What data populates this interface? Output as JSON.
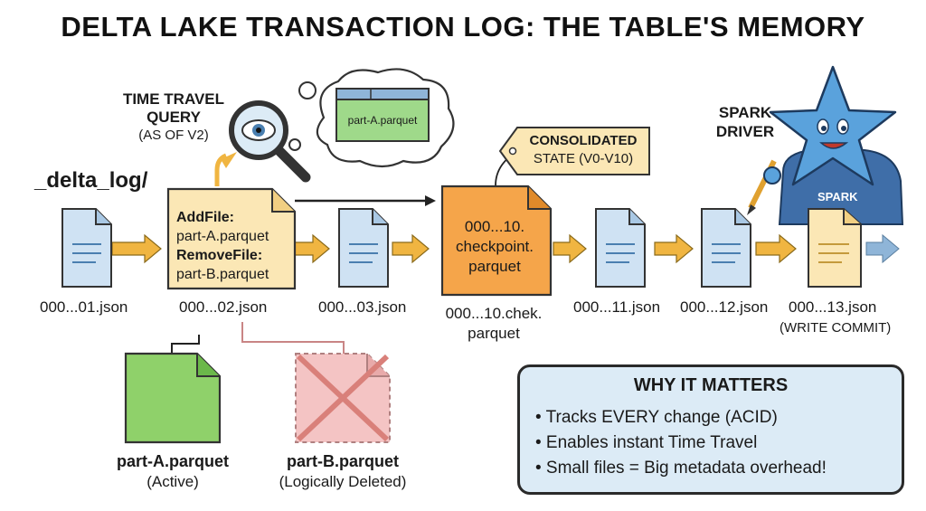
{
  "title": "DELTA LAKE TRANSACTION LOG: THE TABLE'S MEMORY",
  "folder_label": "_delta_log/",
  "time_travel": {
    "line1": "TIME TRAVEL",
    "line2": "QUERY",
    "line3": "(AS OF V2)"
  },
  "thought_file": "part-A.parquet",
  "consolidated": {
    "line1": "CONSOLIDATED",
    "line2": "STATE (V0-V10)"
  },
  "spark": {
    "line1": "SPARK",
    "line2": "DRIVER",
    "shirt": "SPARK"
  },
  "commit2": {
    "l1": "AddFile:",
    "l2": "part-A.parquet",
    "l3": "RemoveFile:",
    "l4": "part-B.parquet"
  },
  "checkpoint": {
    "l1": "000...10.",
    "l2": "checkpoint.",
    "l3": "parquet"
  },
  "files": {
    "f1": "000...01.json",
    "f2": "000...02.json",
    "f3": "000...03.json",
    "f10a": "000...10.chek.",
    "f10b": "parquet",
    "f11": "000...11.json",
    "f12": "000...12.json",
    "f13": "000...13.json",
    "f13b": "(WRITE COMMIT)"
  },
  "part_a": {
    "name": "part-A.parquet",
    "status": "(Active)"
  },
  "part_b": {
    "name": "part-B.parquet",
    "status": "(Logically Deleted)"
  },
  "why": {
    "heading": "WHY IT MATTERS",
    "items": [
      "• Tracks EVERY change (ACID)",
      "• Enables instant Time Travel",
      "• Small files = Big metadata overhead!"
    ]
  },
  "colors": {
    "doc_blue": "#cfe2f3",
    "commit_yellow": "#fbe7b5",
    "checkpoint_orange": "#f5a54a",
    "arrow": "#f0b541",
    "active_green": "#8fd16a",
    "deleted_red": "#f4c4c4",
    "panel": "#dcebf6"
  }
}
